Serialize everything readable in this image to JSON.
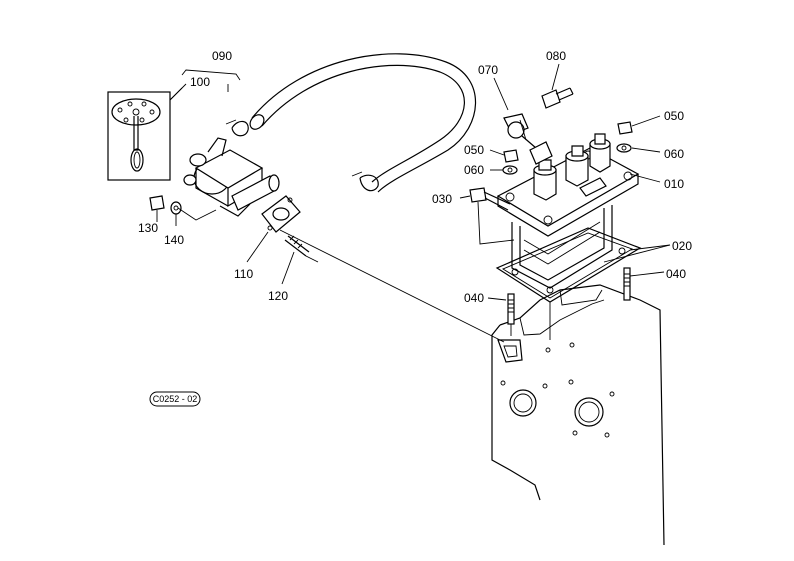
{
  "diagram": {
    "part_numbers": {
      "p010": "010",
      "p020": "020",
      "p030": "030",
      "p040a": "040",
      "p040b": "040",
      "p050a": "050",
      "p050b": "050",
      "p060a": "060",
      "p060b": "060",
      "p070": "070",
      "p080": "080",
      "p090": "090",
      "p100": "100",
      "p110": "110",
      "p120": "120",
      "p130": "130",
      "p140": "140"
    },
    "figure_code": "C0252 - 02"
  }
}
